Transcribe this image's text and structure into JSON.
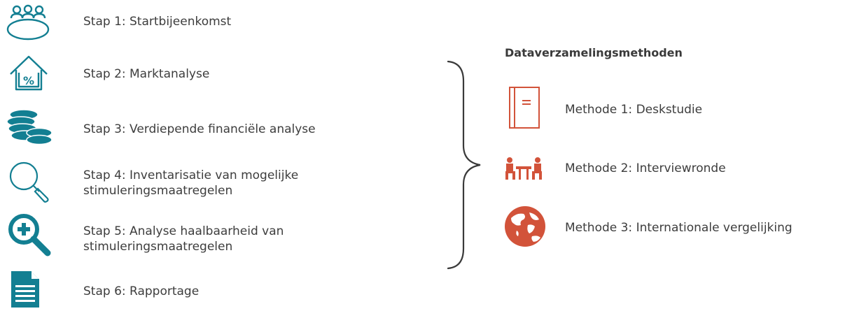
{
  "steps": [
    {
      "icon": "meeting-table-icon",
      "label": "Stap 1: Startbijeenkomst"
    },
    {
      "icon": "house-percent-icon",
      "label": "Stap 2: Marktanalyse"
    },
    {
      "icon": "coins-stack-icon",
      "label": "Stap 3: Verdiepende financiële analyse"
    },
    {
      "icon": "magnifier-icon",
      "label_line1": "Stap 4: Inventarisatie van mogelijke",
      "label_line2": "stimuleringsmaatregelen"
    },
    {
      "icon": "zoom-in-icon",
      "label_line1": "Stap 5: Analyse haalbaarheid van",
      "label_line2": "stimuleringsmaatregelen"
    },
    {
      "icon": "document-icon",
      "label": "Stap 6: Rapportage"
    }
  ],
  "methods": {
    "heading": "Dataverzamelingsmethoden",
    "items": [
      {
        "icon": "book-icon",
        "label": "Methode 1: Deskstudie"
      },
      {
        "icon": "interview-icon",
        "label": "Methode 2: Interviewronde"
      },
      {
        "icon": "globe-icon",
        "label": "Methode 3: Internationale vergelijking"
      }
    ]
  },
  "colors": {
    "steps": "#137f92",
    "methods": "#d2533a",
    "text": "#3d3d3d"
  }
}
